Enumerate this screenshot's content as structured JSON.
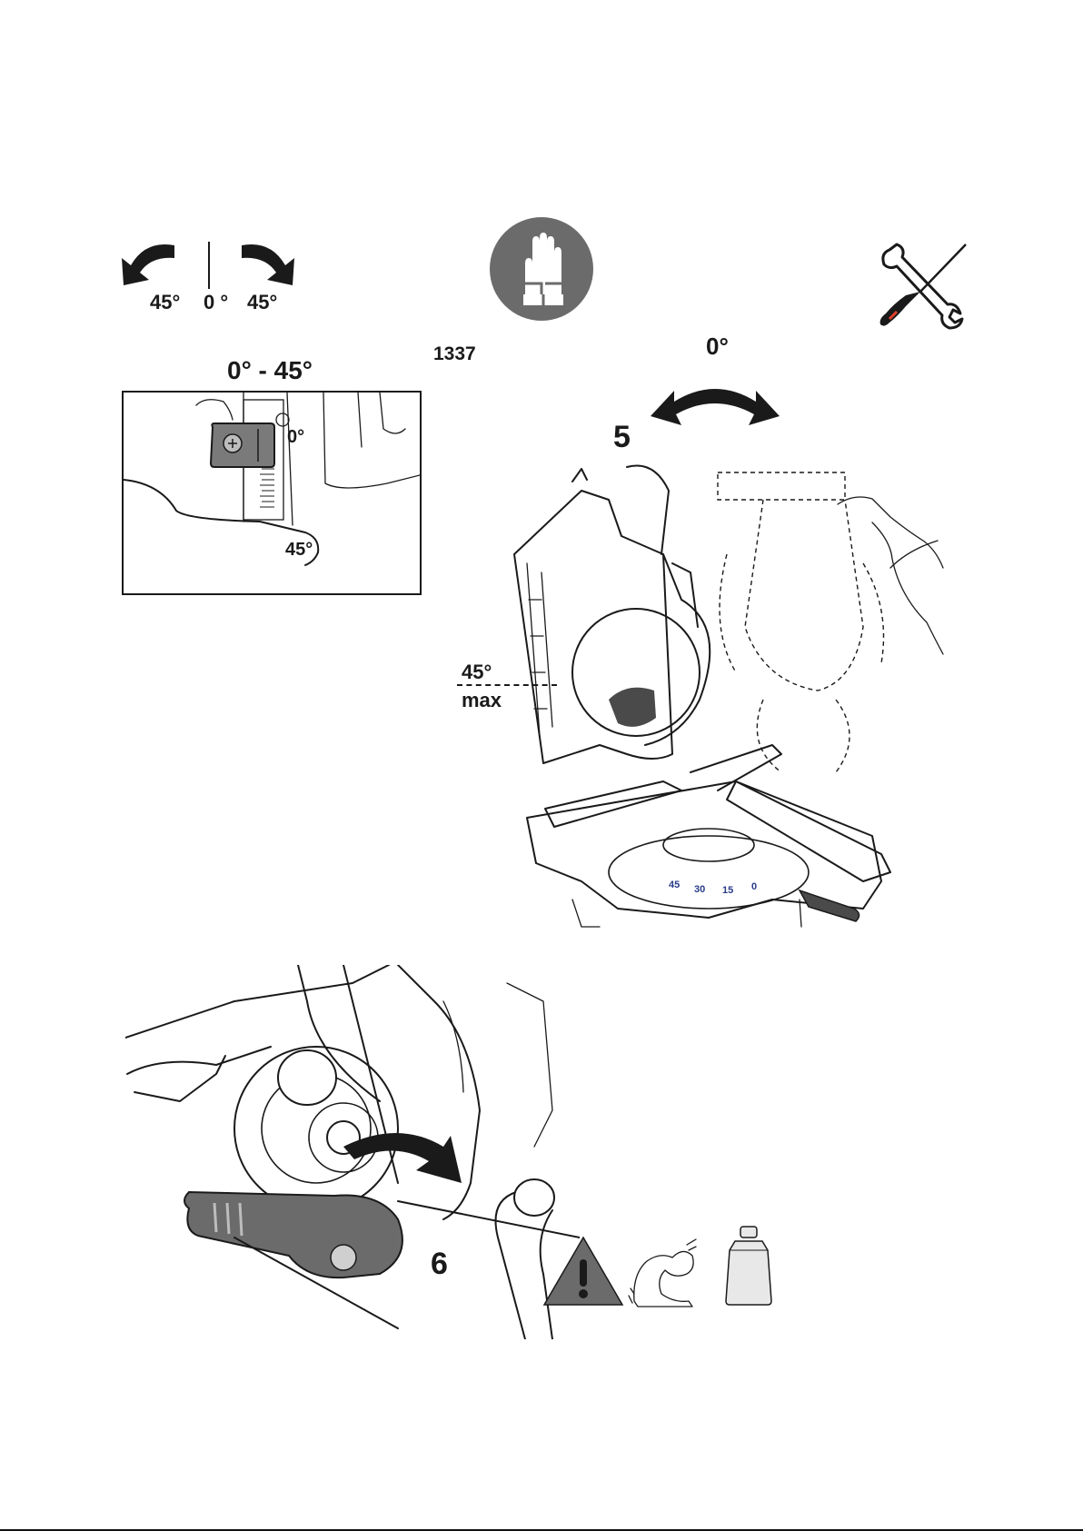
{
  "bevel_indicator": {
    "left_angle": "45°",
    "center_angle": "0 °",
    "right_angle": "45°"
  },
  "icons": {
    "gloves": "gloves-icon",
    "tools": "wrench-screwdriver-icon",
    "warning": "warning-triangle-icon",
    "strength": "flexed-arm-icon",
    "weight": "weight-icon"
  },
  "code_label": "1337",
  "detail": {
    "range_title": "0° - 45°",
    "zero_mark": "0°",
    "max_mark": "45°"
  },
  "figure5": {
    "step_number": "5",
    "tilt_angle": "0°",
    "max_angle": "45°",
    "max_word": "max",
    "miter_scale": [
      "45",
      "30",
      "15",
      "0"
    ]
  },
  "figure6": {
    "step_number": "6"
  },
  "colors": {
    "icon_gray": "#6b6b6b",
    "line": "#1a1a1a"
  }
}
